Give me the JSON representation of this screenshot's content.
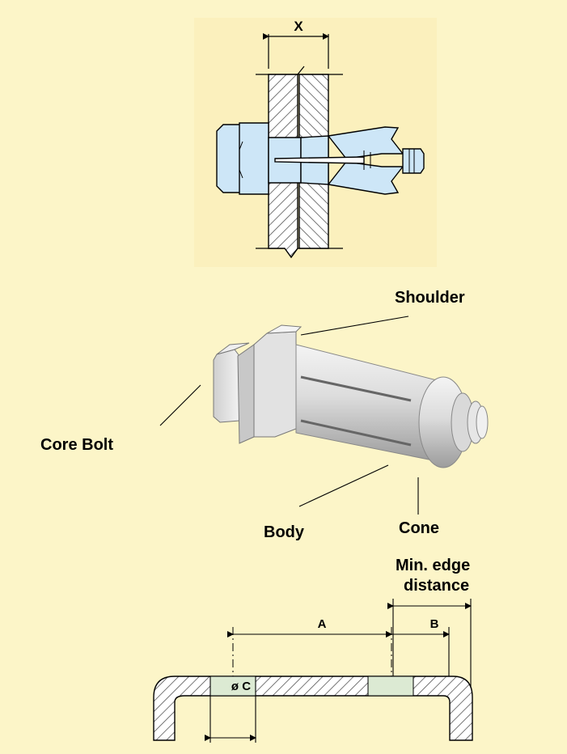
{
  "top_view": {
    "dimension_x": "X"
  },
  "part_labels": {
    "shoulder": "Shoulder",
    "core_bolt": "Core Bolt",
    "body": "Body",
    "cone": "Cone"
  },
  "section_view": {
    "min_edge_line1": "Min. edge",
    "min_edge_line2": "distance",
    "dim_a": "A",
    "dim_b": "B",
    "dim_c": "ø C"
  },
  "colors": {
    "background": "#fcf5c8",
    "bolt_blue": "#cde6f7",
    "hatch": "#555555",
    "metal_light": "#e6e6e6",
    "metal_dark": "#a8a8a8"
  }
}
